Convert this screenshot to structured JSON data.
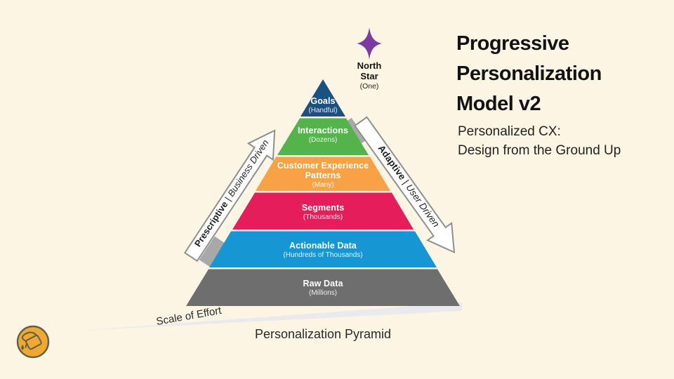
{
  "slide": {
    "title": "Progressive Personalization Model v2",
    "subtitle": "Personalized CX:\nDesign from the Ground Up"
  },
  "north_star": {
    "label": "North Star",
    "count": "(One)",
    "color": "#7b3ba1"
  },
  "pyramid": {
    "caption": "Personalization Pyramid",
    "layers": [
      {
        "label": "Goals",
        "count": "(Handful)",
        "color": "#1b5180"
      },
      {
        "label": "Interactions",
        "count": "(Dozens)",
        "color": "#54b34b"
      },
      {
        "label": "Customer Experience Patterns",
        "count": "(Many)",
        "color": "#f8a145"
      },
      {
        "label": "Segments",
        "count": "(Thousands)",
        "color": "#e61d5b"
      },
      {
        "label": "Actionable Data",
        "count": "(Hundreds of Thousands)",
        "color": "#1796d4"
      },
      {
        "label": "Raw Data",
        "count": "(Millions)",
        "color": "#6e6e6e"
      }
    ]
  },
  "arrows": {
    "left": {
      "bold": "Prescriptive",
      "separator": "|",
      "italic": "Business Driven"
    },
    "right": {
      "bold": "Adaptive",
      "separator": "|",
      "italic": "User Driven"
    }
  },
  "effort": {
    "label": "Scale of Effort"
  },
  "colors": {
    "background": "#fcf5e4",
    "arrow_fill": "#ffffff",
    "arrow_outline": "#8f8f8f",
    "arrow_shadow": "#a8a8a8",
    "effort_wedge": "#e8eaee",
    "logo_fill": "#f0a833",
    "logo_outline": "#5e6247",
    "title_text": "#121212"
  }
}
